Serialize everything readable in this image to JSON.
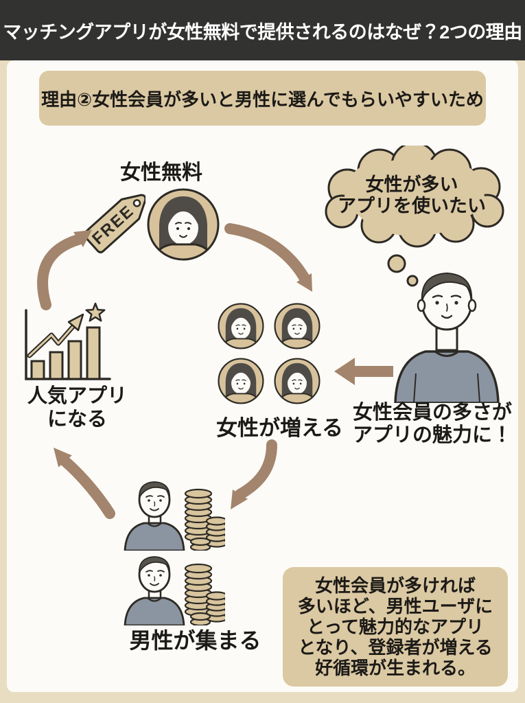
{
  "header": {
    "title": "マッチングアプリが女性無料で提供されるのはなぜ？2つの理由"
  },
  "reason": {
    "text": "理由②女性会員が多いと男性に選んでもらいやすいため"
  },
  "cycle": {
    "free": {
      "label": "女性無料",
      "tag": "FREE"
    },
    "women_increase": {
      "label": "女性が増える"
    },
    "men_gather": {
      "label": "男性が集まる"
    },
    "popular": {
      "line1": "人気アプリ",
      "line2": "になる"
    }
  },
  "thought": {
    "line1": "女性が多い",
    "line2": "アプリを使いたい"
  },
  "man_caption": {
    "line1": "女性会員の多さが",
    "line2": "アプリの魅力に！"
  },
  "summary": {
    "lines": [
      "女性会員が多ければ",
      "多いほど、男性ユーザに",
      "とって魅力的なアプリ",
      "となり、登録者が増える",
      "好循環が生まれる。"
    ]
  },
  "colors": {
    "header_bg": "#323230",
    "frame": "#e9ddc1",
    "panel": "#fcfbf7",
    "tan_box": "#dbc9a3",
    "arrow": "#a3846c",
    "outline": "#2d2a25",
    "sweater": "#8b95a1",
    "coin": "#d8c59e",
    "avatar_bg": "#d7c29c",
    "hair": "#4f4c47",
    "text": "#1c1a17"
  }
}
